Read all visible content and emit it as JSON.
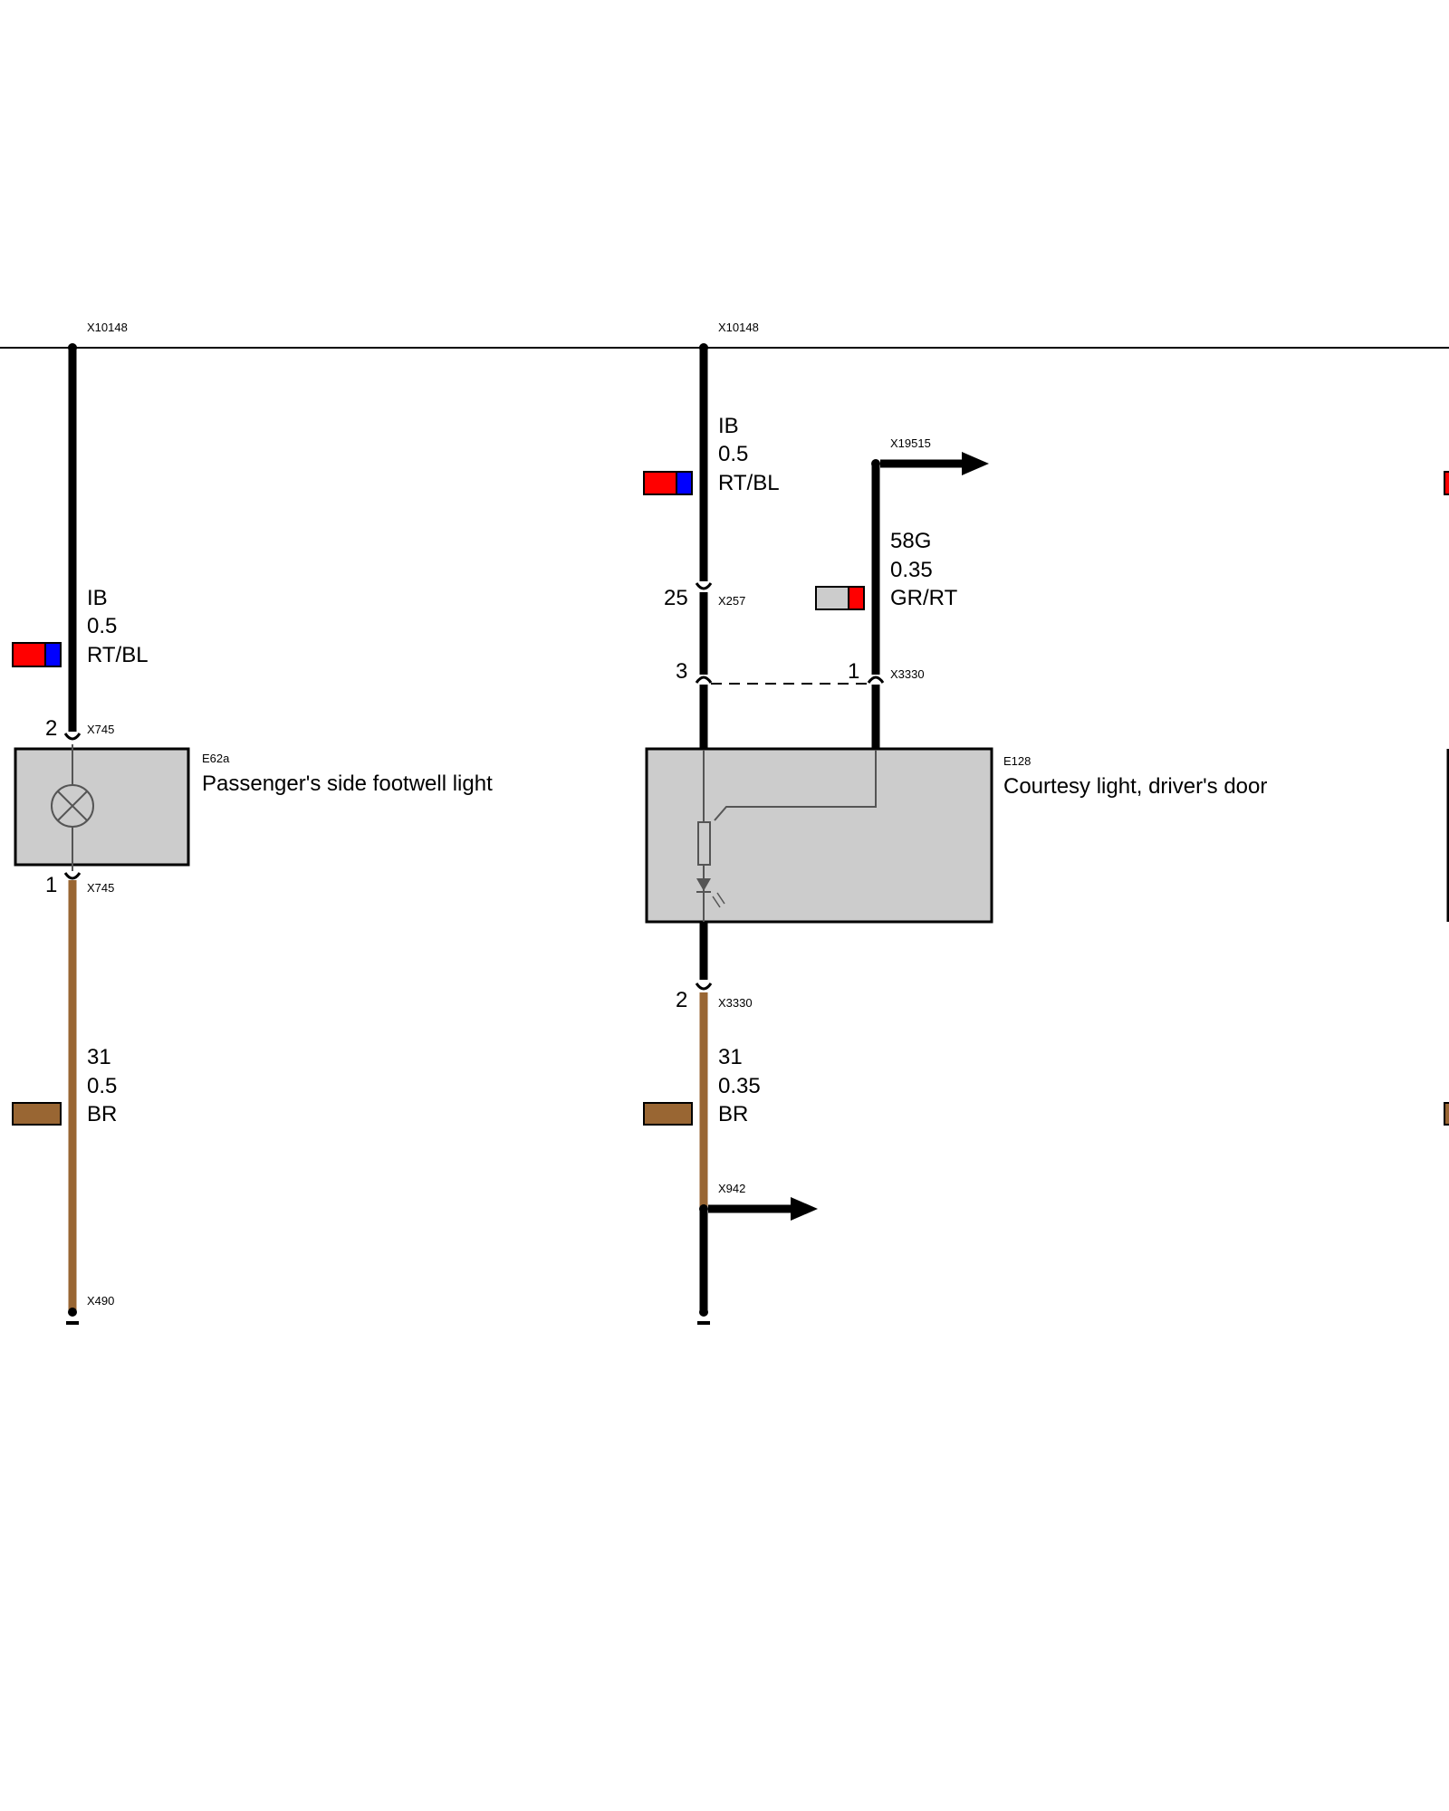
{
  "connectors": {
    "x10148": "X10148",
    "x19515": "X19515",
    "x257": "X257",
    "x3330": "X3330",
    "x745": "X745",
    "x942": "X942",
    "x490": "X490"
  },
  "pins": {
    "p25": "25",
    "p3": "3",
    "p1": "1",
    "p2": "2"
  },
  "wires": {
    "ib_a": {
      "circuit": "IB",
      "size": "0.5",
      "color": "RT/BL"
    },
    "ib_b": {
      "circuit": "IB",
      "size": "0.5",
      "color": "RT/BL"
    },
    "w58g": {
      "circuit": "58G",
      "size": "0.35",
      "color": "GR/RT"
    },
    "br_a": {
      "circuit": "31",
      "size": "0.5",
      "color": "BR"
    },
    "br_b": {
      "circuit": "31",
      "size": "0.35",
      "color": "BR"
    }
  },
  "components": {
    "e62a": {
      "id": "E62a",
      "name": "Passenger's side footwell light"
    },
    "e128": {
      "id": "E128",
      "name": "Courtesy light, driver's door"
    }
  },
  "colors": {
    "red": "#ff0000",
    "blue": "#0000ff",
    "brown": "#996633",
    "grey": "#cccccc",
    "black": "#000000"
  }
}
